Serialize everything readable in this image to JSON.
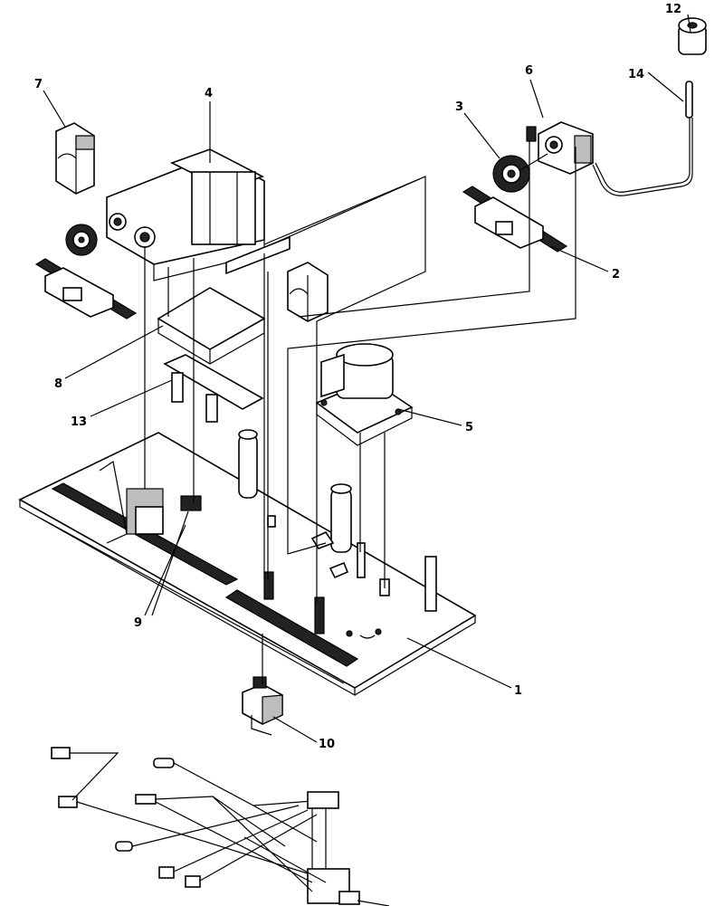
{
  "callouts": [
    {
      "id": "c1",
      "text": "1"
    },
    {
      "id": "c2",
      "text": "2"
    },
    {
      "id": "c3",
      "text": "3"
    },
    {
      "id": "c4",
      "text": "4"
    },
    {
      "id": "c5",
      "text": "5"
    },
    {
      "id": "c6",
      "text": "6"
    },
    {
      "id": "c7",
      "text": "7"
    },
    {
      "id": "c8",
      "text": "8"
    },
    {
      "id": "c9",
      "text": "9"
    },
    {
      "id": "c10",
      "text": "10"
    },
    {
      "id": "c12",
      "text": "12"
    },
    {
      "id": "c13",
      "text": "13"
    },
    {
      "id": "c14",
      "text": "14"
    }
  ]
}
